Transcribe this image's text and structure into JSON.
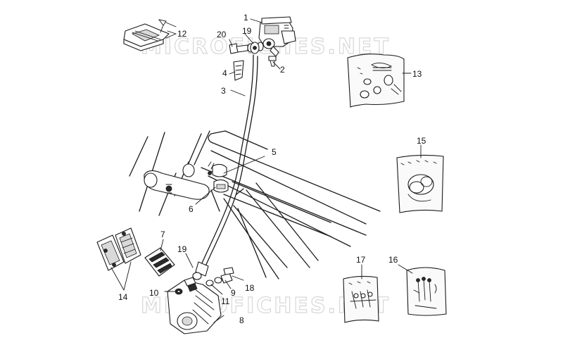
{
  "watermark": "MICROFICHES.NET",
  "parts": {
    "p1": "1",
    "p2": "2",
    "p3": "3",
    "p4": "4",
    "p5": "5",
    "p6": "6",
    "p7": "7",
    "p8": "8",
    "p9": "9",
    "p10": "10",
    "p11": "11",
    "p12": "12",
    "p13": "13",
    "p14": "14",
    "p15": "15",
    "p16": "16",
    "p17": "17",
    "p18": "18",
    "p19a": "19",
    "p19b": "19",
    "p20": "20"
  }
}
